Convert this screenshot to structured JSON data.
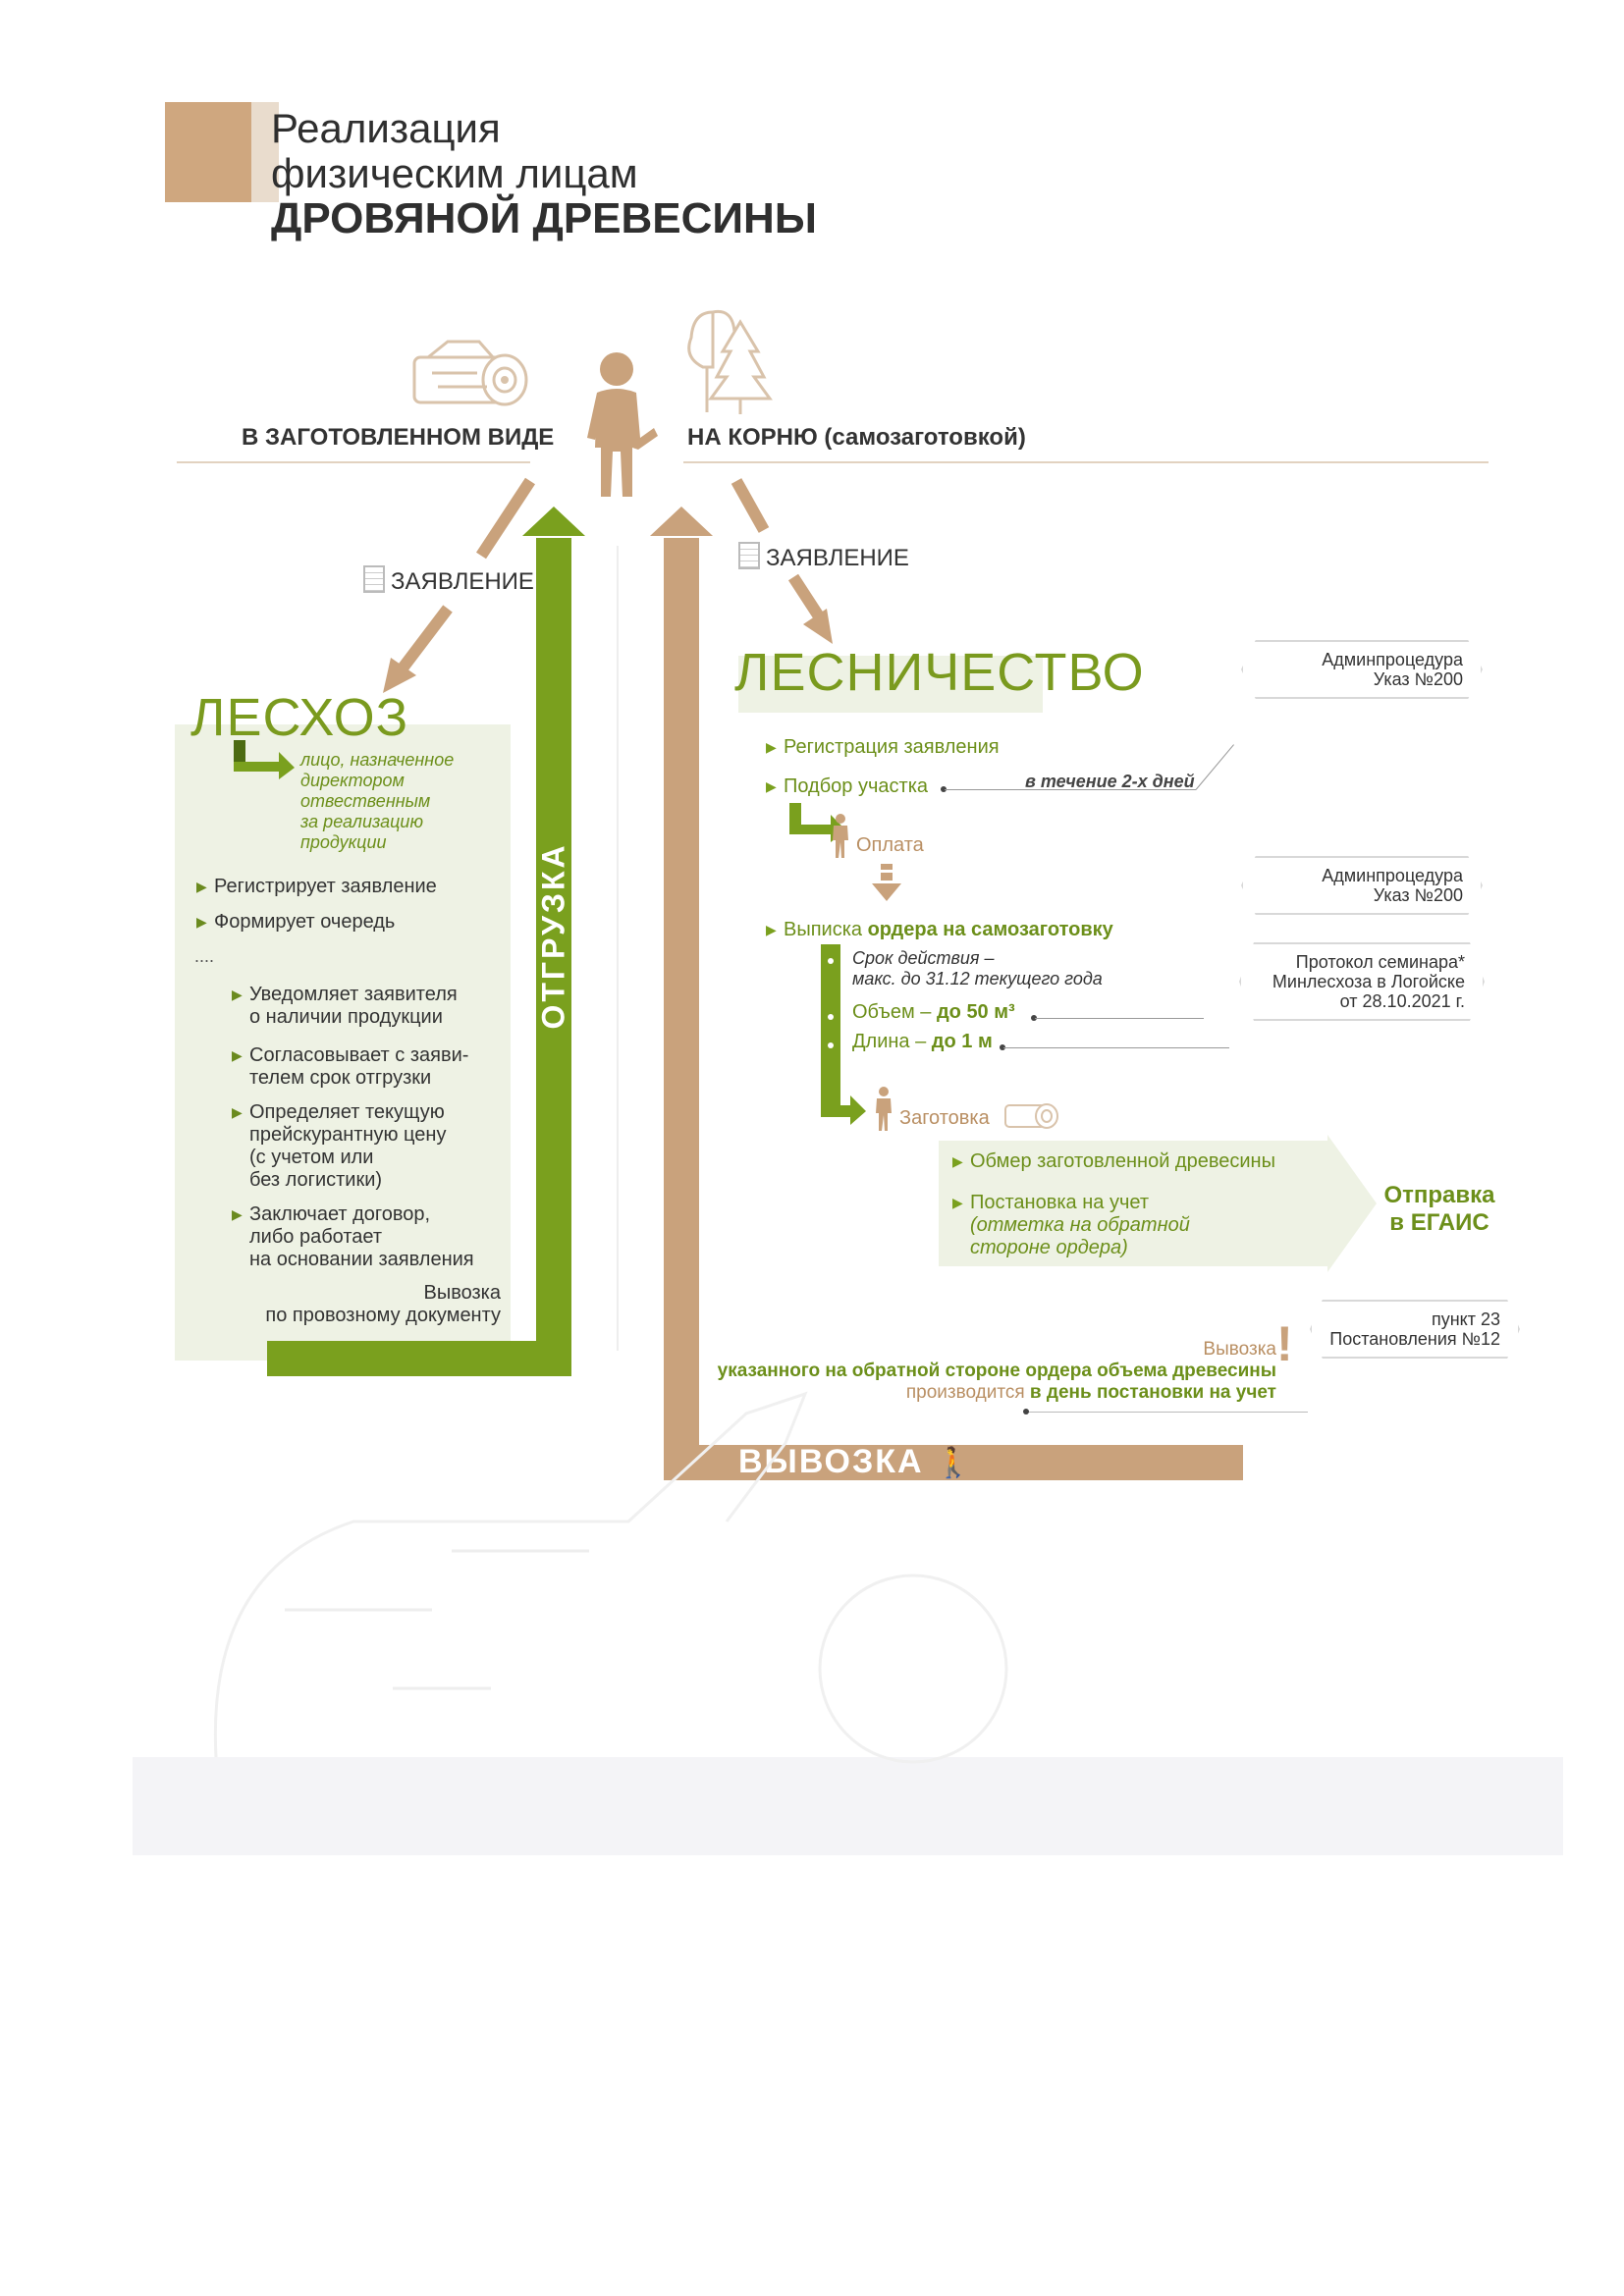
{
  "title": {
    "line1": "Реализация",
    "line2": "физическим лицам",
    "line3": "ДРОВЯНОЙ ДРЕВЕСИНЫ"
  },
  "headers": {
    "left": "В ЗАГОТОВЛЕННОМ ВИДЕ",
    "right": "НА КОРНЮ (самозаготовкой)"
  },
  "statement_left": "ЗАЯВЛЕНИЕ",
  "statement_right": "ЗАЯВЛЕНИЕ",
  "leshoz": {
    "name": "ЛЕСХОЗ",
    "responsible": [
      "лицо, назначенное",
      "директором",
      "отвественным",
      "за реализацию",
      "продукции"
    ],
    "items": [
      "Регистрирует заявление",
      "Формирует очередь"
    ],
    "ellipsis": "....",
    "sub_items": [
      [
        "Уведомляет заявителя",
        "о наличии продукции"
      ],
      [
        "Согласовывает с заяви-",
        "телем срок отгрузки"
      ],
      [
        "Определяет текущую",
        "прейскурантную цену",
        "(с учетом или",
        "без логистики)"
      ],
      [
        "Заключает договор,",
        "либо работает",
        "на основании заявления"
      ]
    ],
    "export_line1": "Вывозка",
    "export_line2": "по провозному документу",
    "bar_label": "ОТГРУЗКА"
  },
  "leshnichestvo": {
    "name": "ЛЕСНИЧЕСТВО",
    "reg": "Регистрация заявления",
    "plot": "Подбор участка",
    "plot_term": "в течение 2-х дней",
    "payment": "Оплата",
    "order_a": "Выписка ",
    "order_b": "ордера на самозаготовку",
    "validity1": "Срок действия –",
    "validity2": "макс. до 31.12 текущего года",
    "volume_a": "Объем – ",
    "volume_b": "до 50 м³",
    "length_a": "Длина – ",
    "length_b": "до 1 м",
    "harvest": "Заготовка",
    "measure": "Обмер заготовленной древесины",
    "register1": "Постановка на учет",
    "register2": "(отметка на обратной",
    "register3": "стороне ордера)",
    "egais1": "Отправка",
    "egais2": "в ЕГАИС"
  },
  "badges": {
    "b1": [
      "Админпроцедура",
      "Указ №200"
    ],
    "b2": [
      "Админпроцедура",
      "Указ №200"
    ],
    "b3": [
      "Протокол семинара*",
      "Минлесхоза в Логойске",
      "от 28.10.2021 г."
    ],
    "b4": [
      "пункт 23",
      "Постановления №12"
    ]
  },
  "removal_note": {
    "line1": "Вывозка",
    "line2": "указанного на обратной стороне ордера объема древесины",
    "line3a": "производится ",
    "line3b": "в день постановки на учет"
  },
  "bottom_bar_label": "ВЫВОЗКА",
  "colors": {
    "green": "#7aa01e",
    "tan": "#c9a27c",
    "light_green": "#eef2e4"
  }
}
